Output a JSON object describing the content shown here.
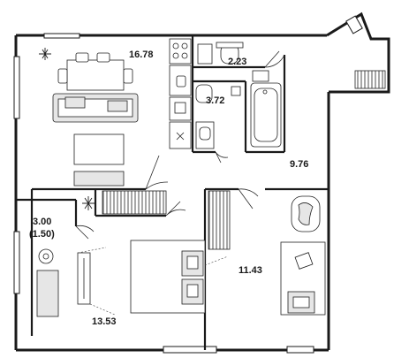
{
  "rooms": {
    "kitchen_living": "16.78",
    "toilet": "2.23",
    "bathroom": "3.72",
    "hallway": "9.76",
    "balcony": "3.00",
    "balcony_reduced": "(1.50)",
    "bedroom": "11.43",
    "living_room": "13.53"
  },
  "colors": {
    "wall": "#1a1a1a",
    "line": "#2a2a2a",
    "furniture_fill": "#e6e6e6",
    "background": "#ffffff"
  }
}
